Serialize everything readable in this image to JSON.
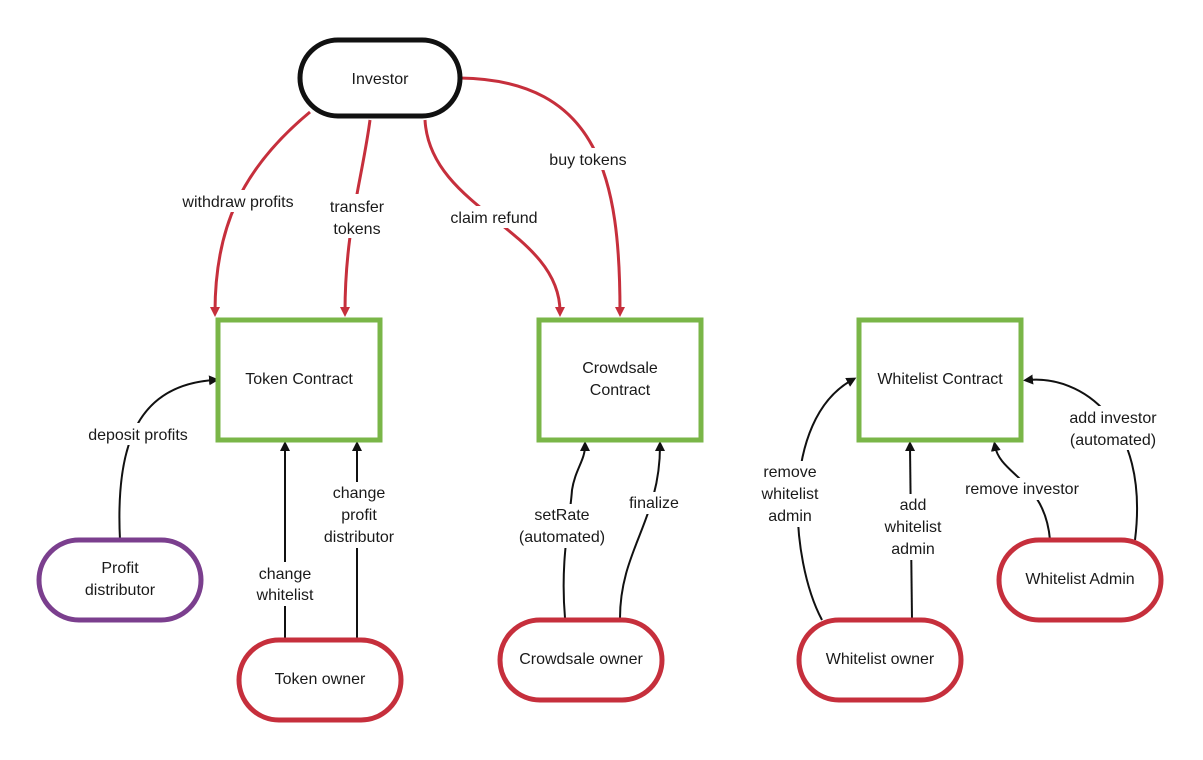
{
  "nodes": {
    "investor": "Investor",
    "token_contract": "Token Contract",
    "crowdsale_contract": [
      "Crowdsale",
      "Contract"
    ],
    "whitelist_contract": "Whitelist Contract",
    "profit_distributor": [
      "Profit",
      "distributor"
    ],
    "token_owner": "Token owner",
    "crowdsale_owner": "Crowdsale owner",
    "whitelist_owner": "Whitelist owner",
    "whitelist_admin": "Whitelist Admin"
  },
  "edges": {
    "withdraw_profits": "withdraw profits",
    "transfer_tokens": [
      "transfer",
      "tokens"
    ],
    "claim_refund": "claim refund",
    "buy_tokens": "buy tokens",
    "deposit_profits": "deposit profits",
    "change_whitelist": [
      "change",
      "whitelist"
    ],
    "change_profit_distributor": [
      "change",
      "profit",
      "distributor"
    ],
    "set_rate": [
      "setRate",
      "(automated)"
    ],
    "finalize": "finalize",
    "remove_whitelist_admin": [
      "remove",
      "whitelist",
      "admin"
    ],
    "add_whitelist_admin": [
      "add",
      "whitelist",
      "admin"
    ],
    "remove_investor": "remove investor",
    "add_investor": [
      "add investor",
      "(automated)"
    ]
  },
  "colors": {
    "investor_flow": "#c62f3c",
    "admin_flow": "#111111",
    "contract_border": "#7ab648",
    "owner_border": "#c62f3c",
    "distributor_border": "#7b3f8e",
    "investor_border": "#111111"
  }
}
